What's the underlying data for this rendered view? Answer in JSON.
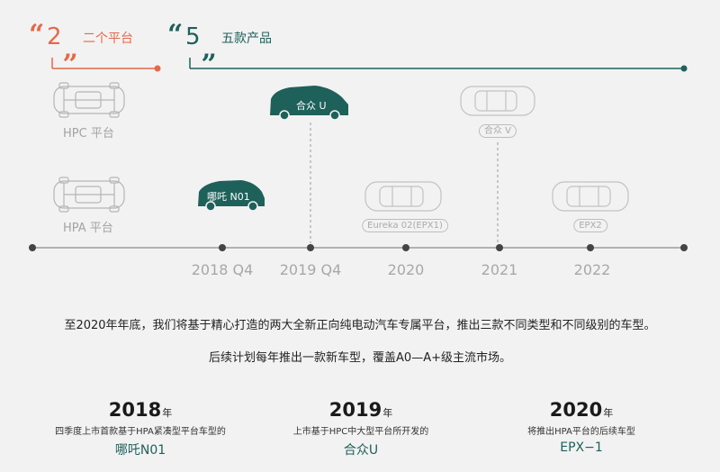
{
  "colors": {
    "orange": "#e4694a",
    "teal": "#1e615a",
    "gray": "#a8a8a8",
    "axis": "#8a8a8a"
  },
  "badges": [
    {
      "number": "2",
      "label": "二个平台"
    },
    {
      "number": "5",
      "label": "五款产品"
    }
  ],
  "platforms": [
    "HPC 平台",
    "HPA 平台"
  ],
  "timeline": [
    "2018 Q4",
    "2019 Q4",
    "2020",
    "2021",
    "2022"
  ],
  "models": [
    {
      "name": "哪吒 N01"
    },
    {
      "name": "合众 U"
    },
    {
      "name": "Eureka 02(EPX1)"
    },
    {
      "name": "合众 V"
    },
    {
      "name": "EPX2"
    }
  ],
  "summary": [
    "至2020年年底，我们将基于精心打造的两大全新正向纯电动汽车专属平台，推出三款不同类型和不同级别的车型。",
    "后续计划每年推出一款新车型，覆盖A0—A+级主流市场。"
  ],
  "milestones": [
    {
      "year": "2018",
      "year_suffix": "年",
      "desc": "四季度上市首款基于HPA紧凑型平台车型的",
      "model": "哪吒N01"
    },
    {
      "year": "2019",
      "year_suffix": "年",
      "desc": "上市基于HPC中大型平台所开发的",
      "model": "合众U"
    },
    {
      "year": "2020",
      "year_suffix": "年",
      "desc": "将推出HPA平台的后续车型",
      "model": "EPX−1"
    }
  ]
}
